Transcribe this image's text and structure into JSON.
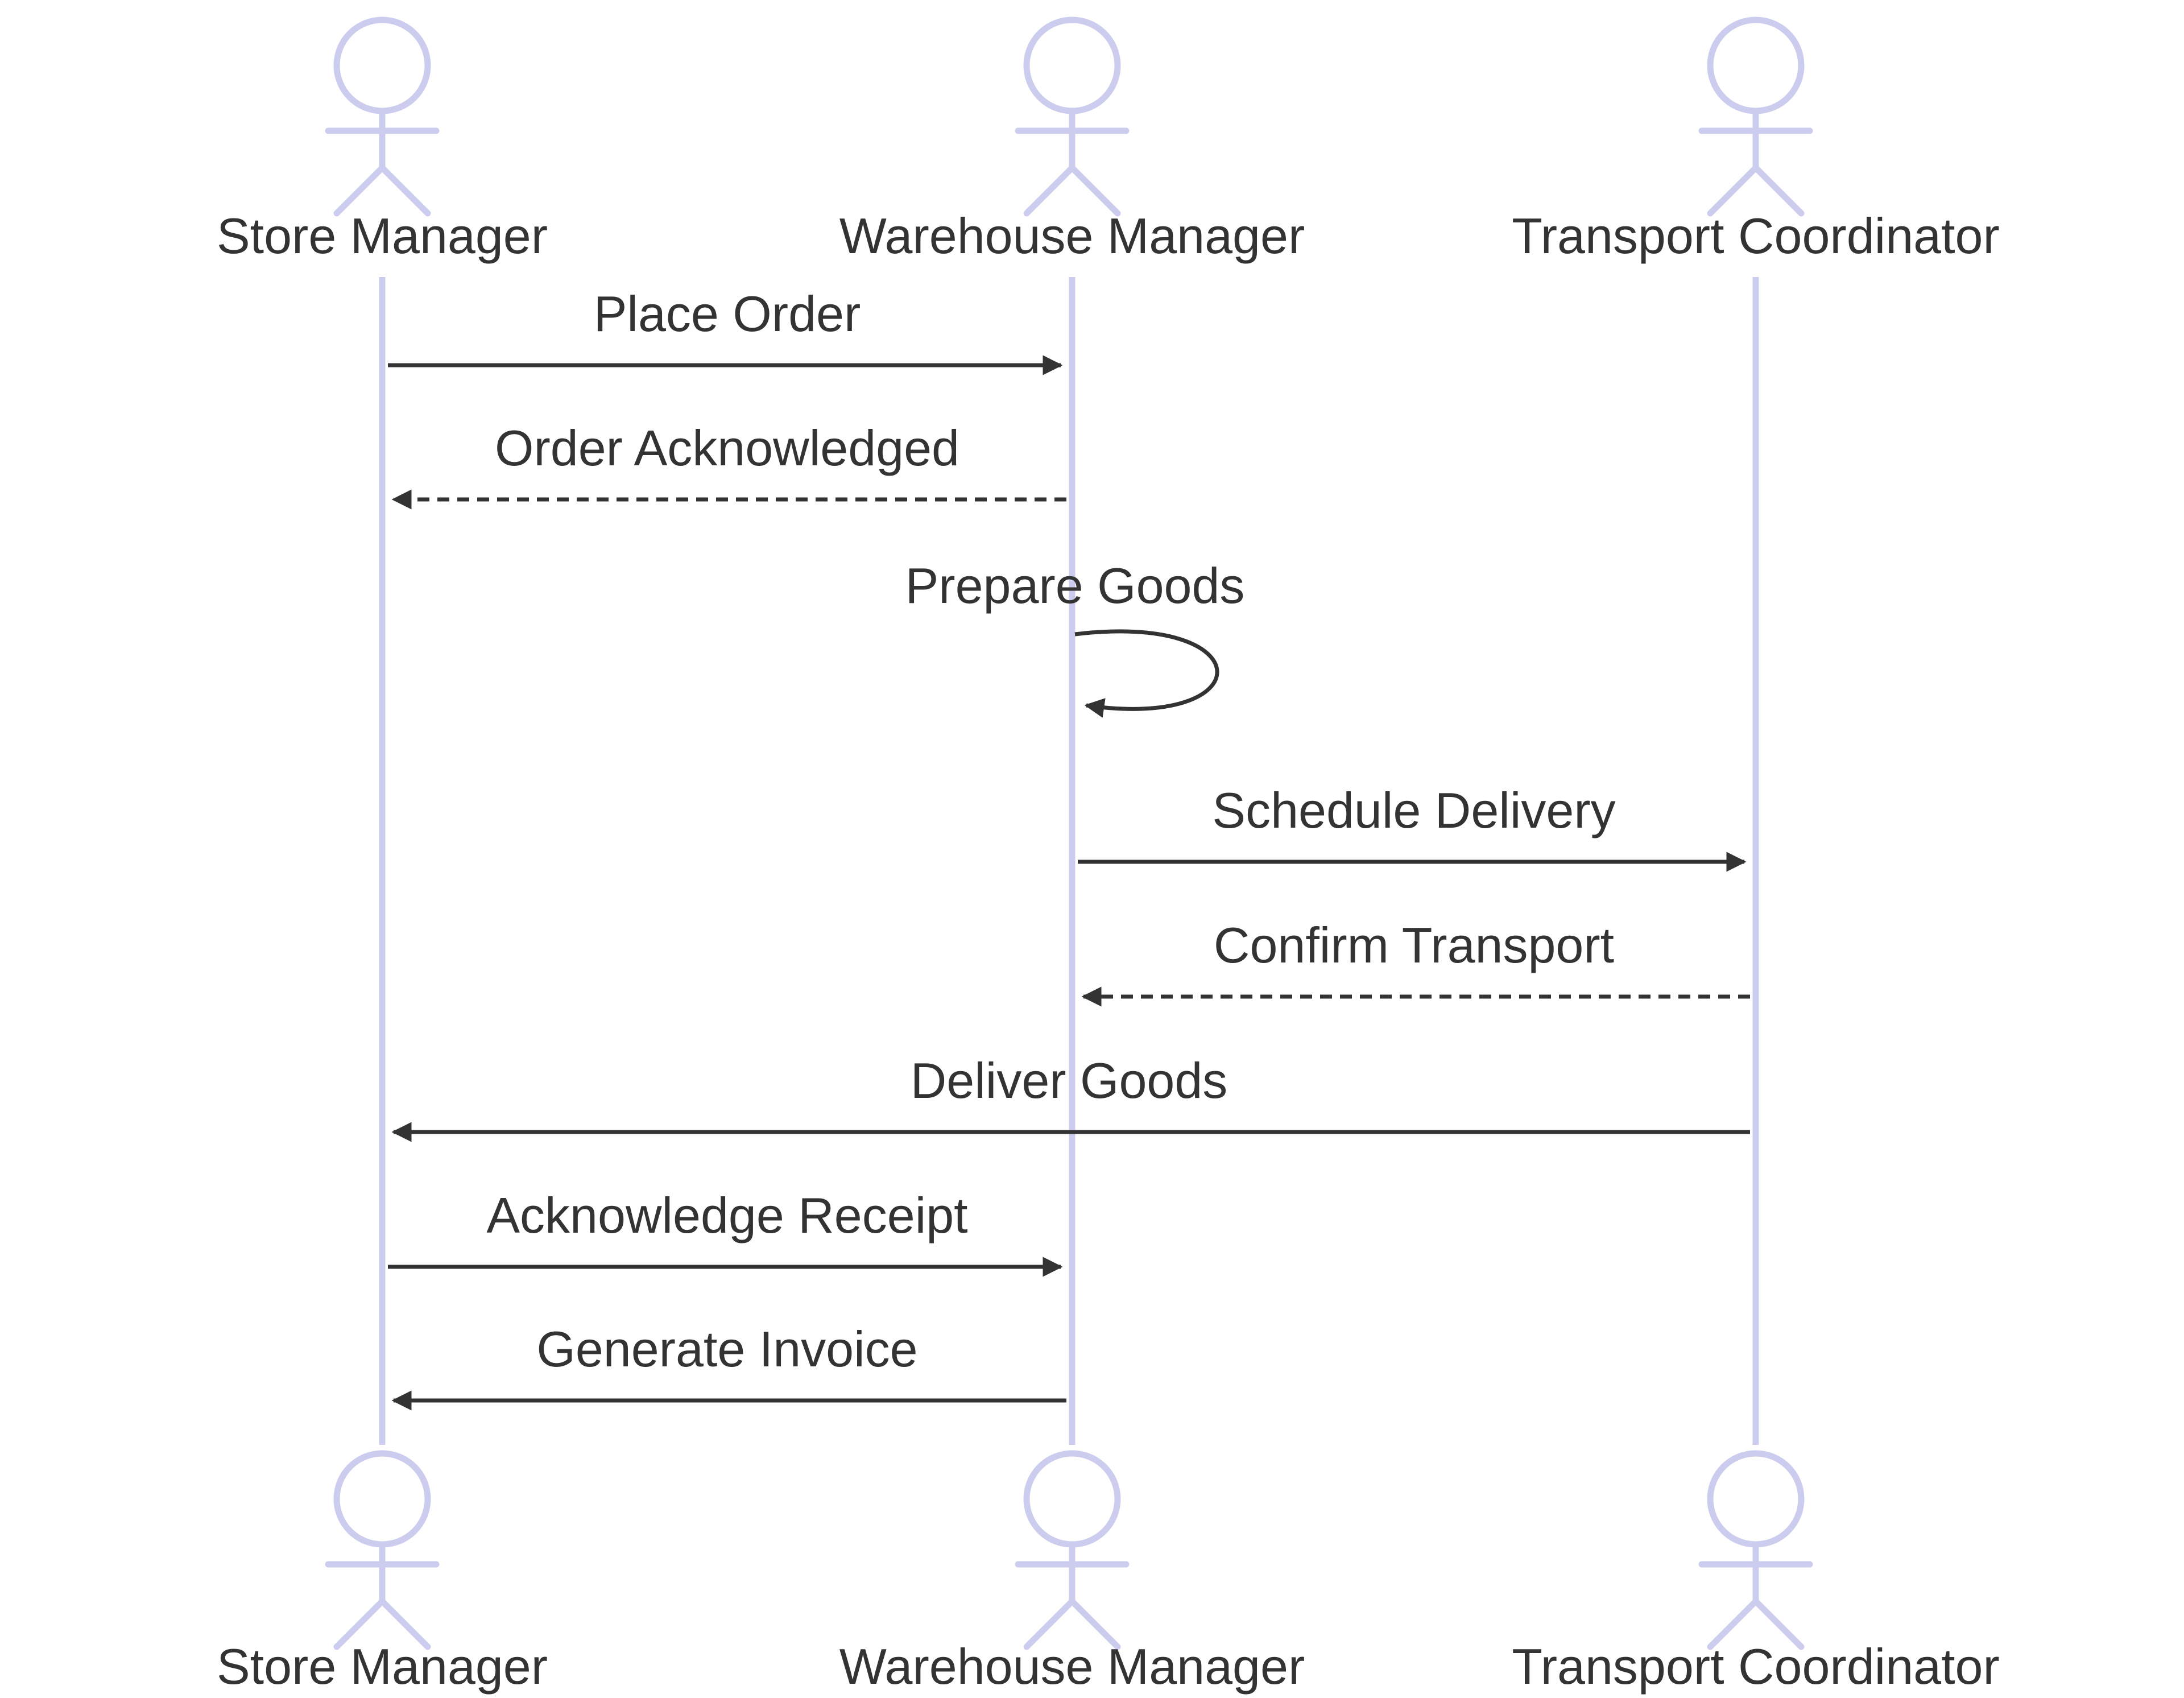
{
  "colors": {
    "actor_stroke": "#CCCCEE",
    "line": "#333333",
    "text": "#333333",
    "background": "#FFFFFF"
  },
  "actors": [
    {
      "id": "sm",
      "label": "Store Manager"
    },
    {
      "id": "wm",
      "label": "Warehouse Manager"
    },
    {
      "id": "tc",
      "label": "Transport Coordinator"
    }
  ],
  "messages": [
    {
      "from": "sm",
      "to": "wm",
      "label": "Place Order",
      "style": "solid"
    },
    {
      "from": "wm",
      "to": "sm",
      "label": "Order Acknowledged",
      "style": "dashed"
    },
    {
      "from": "wm",
      "to": "wm",
      "label": "Prepare Goods",
      "style": "solid"
    },
    {
      "from": "wm",
      "to": "tc",
      "label": "Schedule Delivery",
      "style": "solid"
    },
    {
      "from": "tc",
      "to": "wm",
      "label": "Confirm Transport",
      "style": "dashed"
    },
    {
      "from": "tc",
      "to": "sm",
      "label": "Deliver Goods",
      "style": "solid"
    },
    {
      "from": "sm",
      "to": "wm",
      "label": "Acknowledge Receipt",
      "style": "solid"
    },
    {
      "from": "wm",
      "to": "sm",
      "label": "Generate Invoice",
      "style": "solid"
    }
  ]
}
